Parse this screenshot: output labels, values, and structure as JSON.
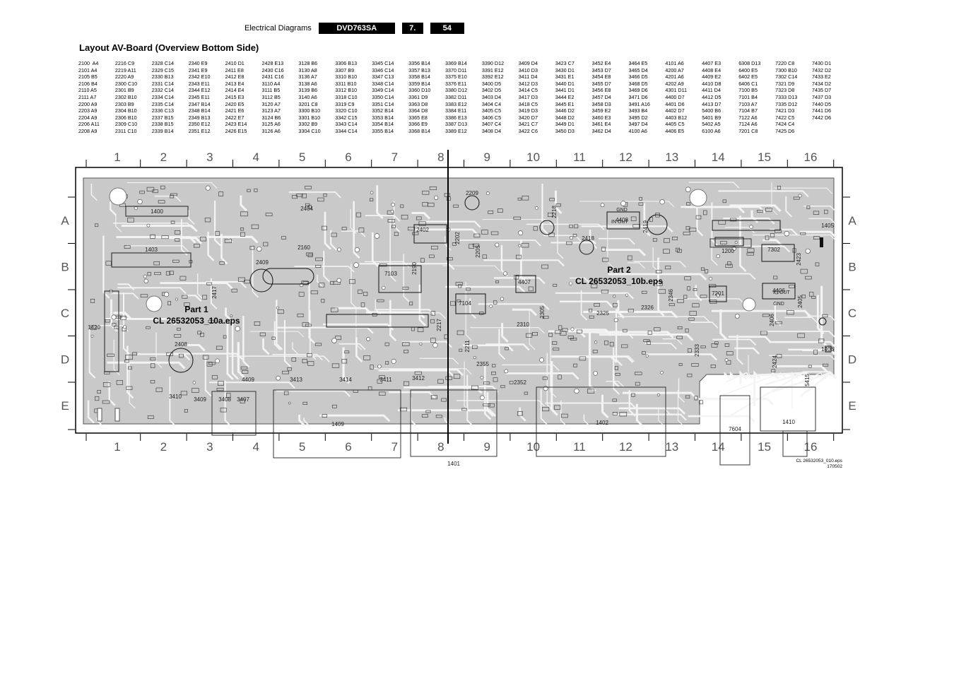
{
  "header": {
    "section": "Electrical Diagrams",
    "model": "DVD763SA",
    "chapter": "7.",
    "page": "54"
  },
  "title": "Layout AV-Board (Overview Bottom Side)",
  "index_columns": [
    [
      "2100  A4",
      "2101 A4",
      "2105 B5",
      "2106 B4",
      "2110 A5",
      "2111 A7",
      "2200 A9",
      "2203 A9",
      "2204 A9",
      "2206 A11",
      "2208 A9"
    ],
    [
      "2216 C9",
      "2219 A11",
      "2220 A9",
      "2300 C10",
      "2301 B9",
      "2302 B10",
      "2303 B9",
      "2304 B10",
      "2306 B10",
      "2309 C10",
      "2311 C10"
    ],
    [
      "2328 C14",
      "2329 C15",
      "2330 B13",
      "2331 C14",
      "2332 C14",
      "2334 C14",
      "2335 C14",
      "2336 C13",
      "2337 B15",
      "2338 B15",
      "2339 B14"
    ],
    [
      "2340 E9",
      "2341 E9",
      "2342 E10",
      "2343 E11",
      "2344 E12",
      "2345 E11",
      "2347 B14",
      "2348 B14",
      "2349 B13",
      "2350 E12",
      "2351 E12"
    ],
    [
      "2410 D1",
      "2411 E8",
      "2412 E8",
      "2413 E4",
      "2414 E4",
      "2415 E3",
      "2420 E5",
      "2421 E6",
      "2422 E7",
      "2423 E14",
      "2426 E15"
    ],
    [
      "2428 E13",
      "2430 C16",
      "2431 C16",
      "3110 A4",
      "3111 B5",
      "3112 B5",
      "3120 A7",
      "3123 A7",
      "3124 B6",
      "3125 A6",
      "3126 A6"
    ],
    [
      "3128 B6",
      "3130 A8",
      "3136 A7",
      "3138 A6",
      "3139 B6",
      "3140 A6",
      "3201 C8",
      "3300 B10",
      "3301 B10",
      "3302 B9",
      "3304 C10"
    ],
    [
      "3306 B13",
      "3307 B9",
      "3310 B10",
      "3311 B10",
      "3312 B10",
      "3318 C10",
      "3319 C9",
      "3320 C10",
      "3342 C15",
      "3343 C14",
      "3344 C14"
    ],
    [
      "3345 C14",
      "3346 C14",
      "3347 C13",
      "3348 C14",
      "3349 C14",
      "3350 C14",
      "3351 C14",
      "3352 B14",
      "3353 B14",
      "3354 B14",
      "3355 B14"
    ],
    [
      "3356 B14",
      "3357 B13",
      "3358 B14",
      "3359 B14",
      "3360 D10",
      "3361 D9",
      "3363 D8",
      "3364 D8",
      "3365 E8",
      "3366 E9",
      "3368 B14"
    ],
    [
      "3369 B14",
      "3370 D11",
      "3375 E10",
      "3376 E11",
      "3380 D12",
      "3382 D11",
      "3383 E12",
      "3384 E11",
      "3386 E13",
      "3387 D13",
      "3389 E12"
    ],
    [
      "3390 D12",
      "3391 E12",
      "3392 E12",
      "3400 D5",
      "3402 D5",
      "3403 D4",
      "3404 C4",
      "3405 C5",
      "3406 C5",
      "3407 C4",
      "3408 D4"
    ],
    [
      "3409 D4",
      "3410 D3",
      "3411 D4",
      "3412 D3",
      "3414 C5",
      "3417 D3",
      "3418 C5",
      "3419 D3",
      "3420 D7",
      "3421 C7",
      "3422 C6"
    ],
    [
      "3423 C7",
      "3430 D1",
      "3431 E1",
      "3440 D1",
      "3441 D1",
      "3444 E2",
      "3445 E1",
      "3446 D2",
      "3448 D2",
      "3449 D1",
      "3450 D3"
    ],
    [
      "3452 E4",
      "3453 D7",
      "3454 E8",
      "3455 D7",
      "3456 E8",
      "3457 D4",
      "3458 D3",
      "3459 E2",
      "3460 E3",
      "3461 E4",
      "3462 D4"
    ],
    [
      "3464 E5",
      "3465 D4",
      "3466 D5",
      "3468 D5",
      "3469 D6",
      "3471 D6",
      "3491 A16",
      "3493 B4",
      "3495 D2",
      "3497 D4",
      "4100 A6"
    ],
    [
      "4101 A6",
      "4200 A7",
      "4201 A6",
      "4202 A9",
      "4301 D11",
      "4400 D7",
      "4401 D6",
      "4402 D7",
      "4403 B12",
      "4405 C5",
      "4406 E5"
    ],
    [
      "4407 E3",
      "4408 E4",
      "4409 E2",
      "4410 D8",
      "4411 D4",
      "4412 D5",
      "4413 D7",
      "5400 B6",
      "5401 B9",
      "5402 A5",
      "6100 A6"
    ],
    [
      "6308 D13",
      "6400 E5",
      "6402 E5",
      "6406 C1",
      "7100 B5",
      "7101 B4",
      "7103 A7",
      "7104 B7",
      "7122 A6",
      "7124 A6",
      "7201 C8"
    ],
    [
      "7220 C8",
      "7300 B10",
      "7302 C14",
      "7321 D9",
      "7323 D8",
      "7333 D13",
      "7335 D12",
      "7421 D3",
      "7422 C5",
      "7424 C4",
      "7425 D6"
    ],
    [
      "7430 D1",
      "7432 D2",
      "7433 E2",
      "7434 D2",
      "7435 D7",
      "7437 D3",
      "7440 D5",
      "7441 D6",
      "7442 D6"
    ]
  ],
  "grid": {
    "columns": [
      "1",
      "2",
      "3",
      "4",
      "5",
      "6",
      "7",
      "8",
      "9",
      "10",
      "11",
      "12",
      "13",
      "14",
      "15",
      "16"
    ],
    "rows": [
      "A",
      "B",
      "C",
      "D",
      "E"
    ]
  },
  "parts": {
    "part1": {
      "heading": "Part 1",
      "file": "CL 26532053_10a.eps"
    },
    "part2": {
      "heading": "Part 2",
      "file": "CL 26532053_10b.eps"
    }
  },
  "connectors": [
    "1400",
    "1403",
    "1420",
    "1409",
    "1401",
    "1402",
    "1410",
    "1405",
    "1406",
    "1200",
    "7604"
  ],
  "components": [
    "2404",
    "2409",
    "2408",
    "2417",
    "2209",
    "2202",
    "2205",
    "2218",
    "2419",
    "2418",
    "2325",
    "2326",
    "2310",
    "2305",
    "2333",
    "2424",
    "2423",
    "2406",
    "2405",
    "2346",
    "2355",
    "2352",
    "2211",
    "2217",
    "2160",
    "2190",
    "2402",
    "7103",
    "7104",
    "7201",
    "7302",
    "4406",
    "4408",
    "4407",
    "4409",
    "3413",
    "3414",
    "3411",
    "3412",
    "3410",
    "3409",
    "3408",
    "3407",
    "5415"
  ],
  "silk_labels": [
    "GND",
    "IN",
    "OUT",
    "GND",
    "IN",
    "OUT",
    "GND"
  ],
  "footnote": {
    "ref": "CL 26532053_010.eps",
    "date": "170502"
  }
}
